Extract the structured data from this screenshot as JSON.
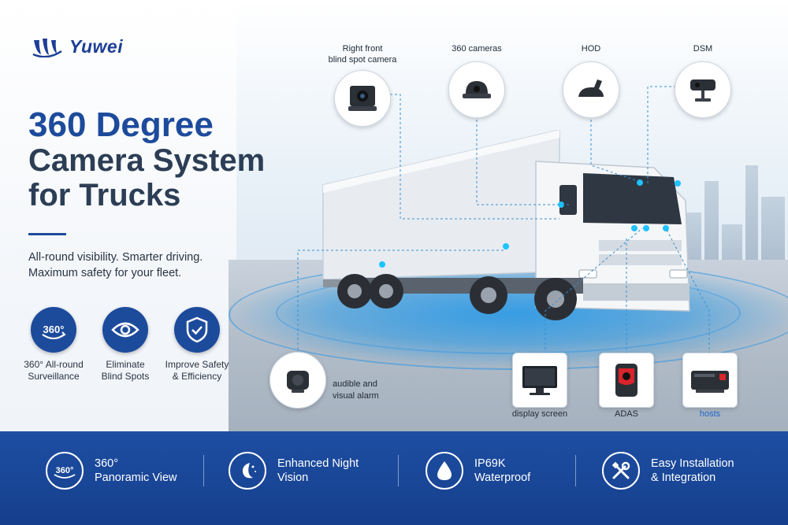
{
  "brand": {
    "name": "Yuwei",
    "color": "#1d3f96"
  },
  "headline": {
    "line1": "360 Degree",
    "line2": "Camera System",
    "line3": "for Trucks"
  },
  "tagline": {
    "line1": "All-round visibility. Smarter driving.",
    "line2": "Maximum safety for your fleet."
  },
  "features": [
    {
      "icon": "360-icon",
      "badge": "360°",
      "line1": "360° All-round",
      "line2": "Surveillance"
    },
    {
      "icon": "eye-icon",
      "line1": "Eliminate",
      "line2": "Blind Spots"
    },
    {
      "icon": "shield-check-icon",
      "line1": "Improve Safety",
      "line2": "& Efficiency"
    }
  ],
  "components": {
    "right_front": {
      "line1": "Right front",
      "line2": "blind spot camera"
    },
    "cameras_360": {
      "label": "360 cameras"
    },
    "hod": {
      "label": "HOD"
    },
    "dsm": {
      "label": "DSM"
    },
    "alarm": {
      "line1": "audible and",
      "line2": "visual alarm"
    },
    "display": {
      "label": "display screen"
    },
    "adas": {
      "label": "ADAS"
    },
    "hosts": {
      "label": "hosts",
      "color": "#1f63c8"
    }
  },
  "footer": [
    {
      "icon": "360-panoramic-icon",
      "badge": "360°",
      "line1": "360°",
      "line2": "Panoramic View"
    },
    {
      "icon": "moon-stars-icon",
      "line1": "Enhanced Night",
      "line2": "Vision"
    },
    {
      "icon": "water-drop-icon",
      "line1": "IP69K",
      "line2": "Waterproof"
    },
    {
      "icon": "tools-icon",
      "line1": "Easy Installation",
      "line2": "& Integration"
    }
  ],
  "colors": {
    "primary": "#1d4b9c",
    "footer": "#1d4ea3",
    "accent_blue": "#1a8ee6"
  }
}
